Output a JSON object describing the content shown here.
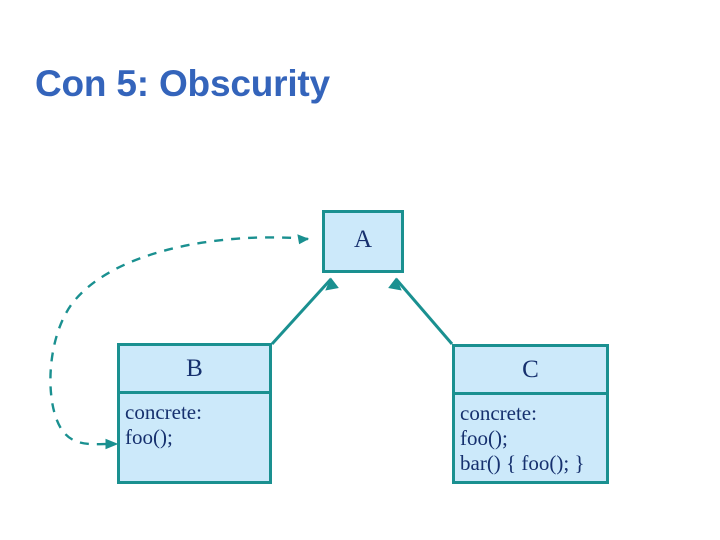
{
  "slide": {
    "title": "Con 5: Obscurity",
    "background_color": "#ffffff",
    "title_color": "#3464bb"
  },
  "theme": {
    "box_fill": "#cce9fa",
    "box_border": "#1a9090",
    "box_text": "#16306e",
    "connector_color": "#1a9090"
  },
  "diagram": {
    "type": "uml-class-diagram",
    "classes": [
      {
        "id": "A",
        "name": "A",
        "members": []
      },
      {
        "id": "B",
        "name": "B",
        "members": [
          "concrete:",
          "foo();"
        ]
      },
      {
        "id": "C",
        "name": "C",
        "members": [
          "concrete:",
          "foo();",
          "bar() { foo(); }"
        ]
      }
    ],
    "connectors": [
      {
        "id": "b-to-a",
        "from": "B",
        "to": "A",
        "style": "solid",
        "arrow": "open",
        "semantic": "generalization"
      },
      {
        "id": "c-to-a",
        "from": "C",
        "to": "A",
        "style": "solid",
        "arrow": "open",
        "semantic": "generalization"
      },
      {
        "id": "a-to-b-dashed",
        "from": "A",
        "to": "B",
        "style": "dashed",
        "arrow": "open",
        "semantic": "dependency"
      }
    ]
  }
}
